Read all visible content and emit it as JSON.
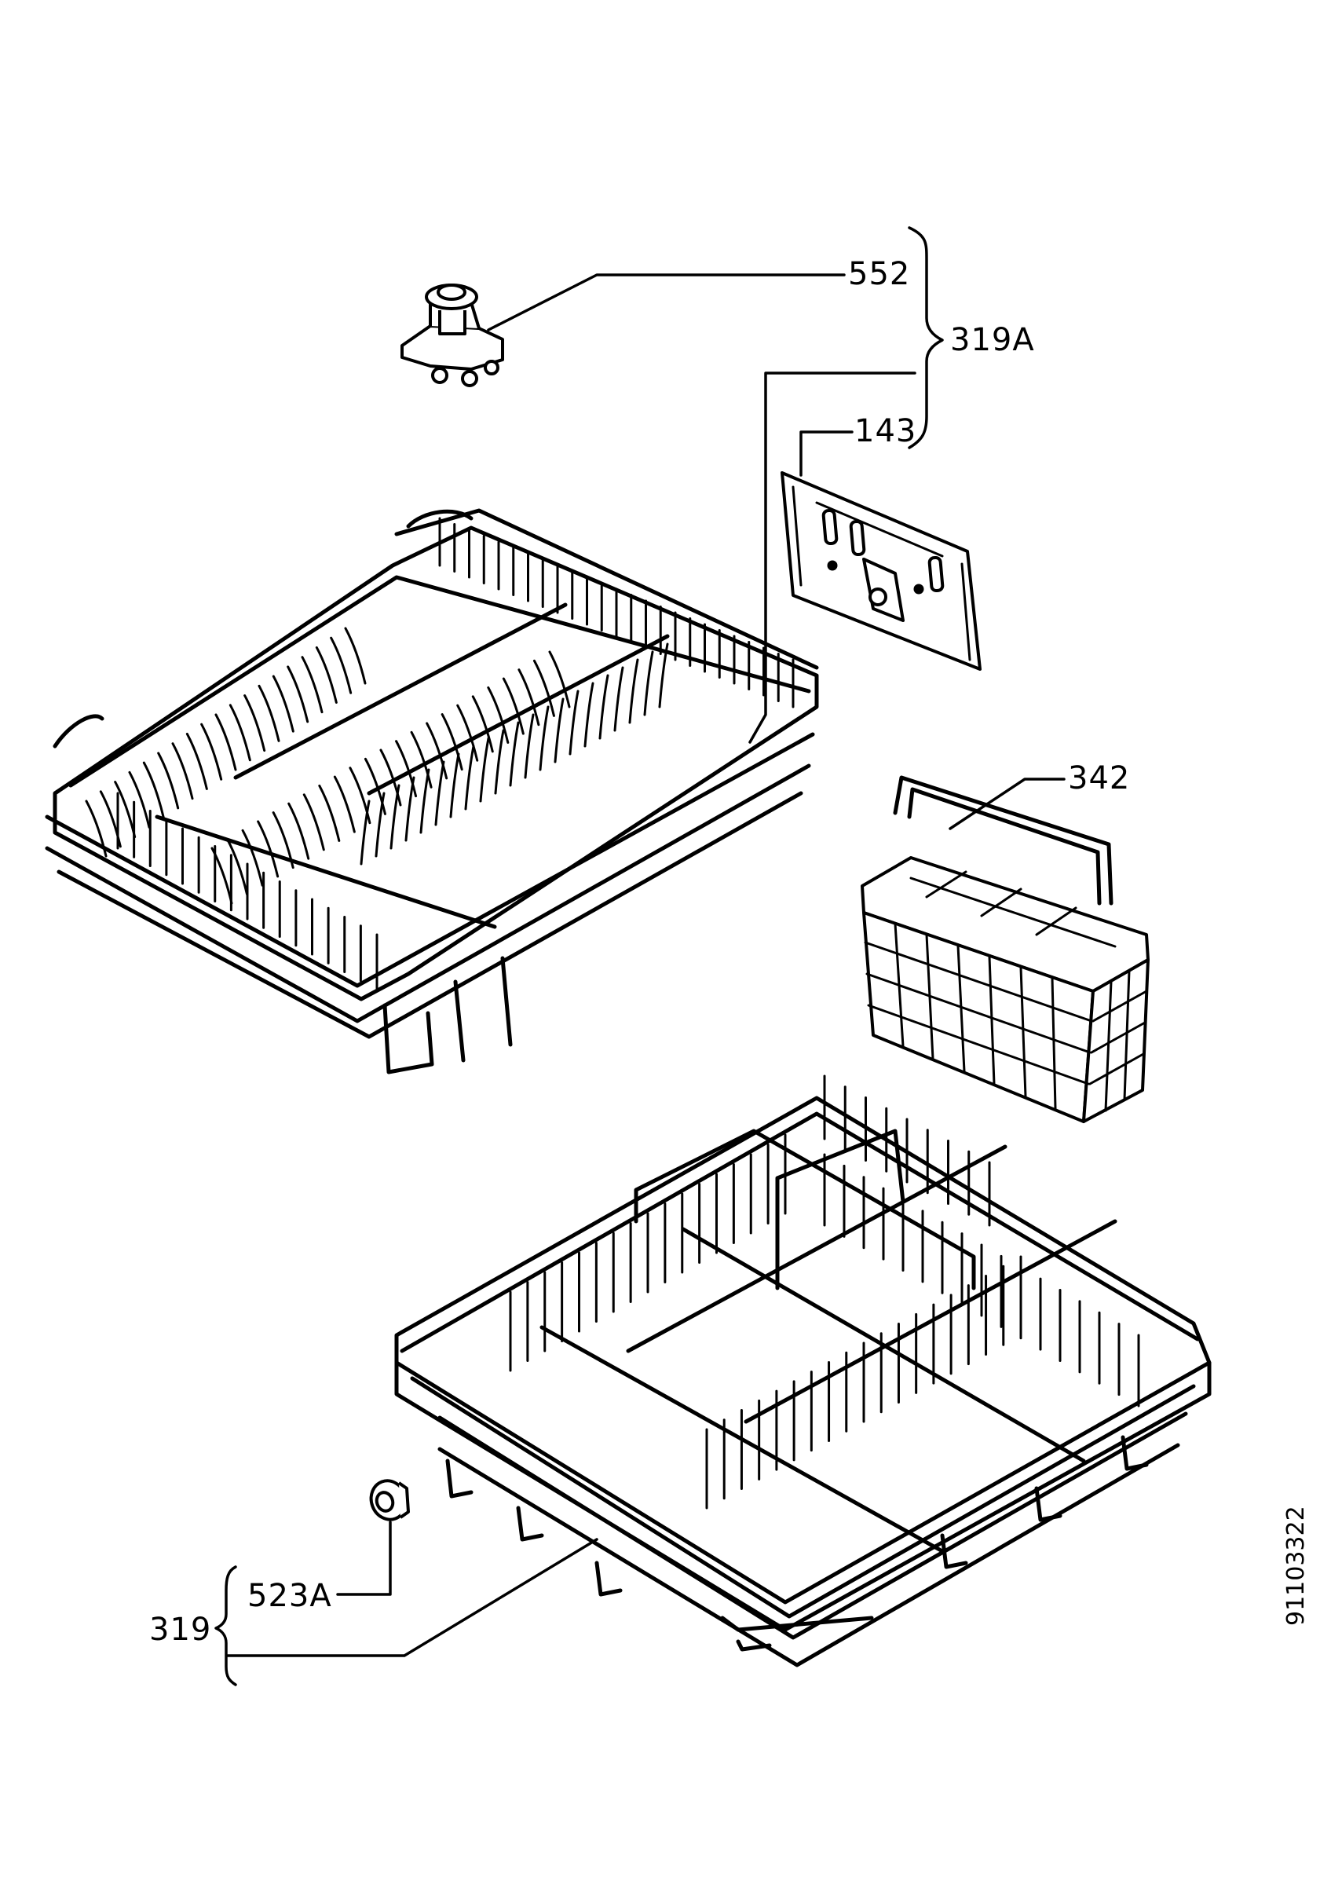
{
  "callouts": {
    "p552": "552",
    "p319A": "319A",
    "p143": "143",
    "p342": "342",
    "p523A": "523A",
    "p319": "319"
  },
  "drawing_number": "91103322"
}
